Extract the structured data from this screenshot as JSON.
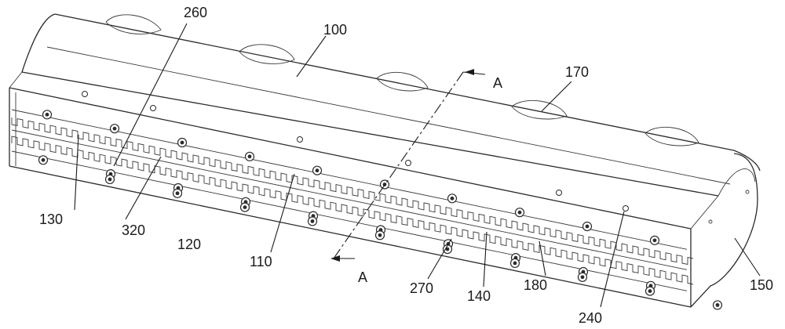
{
  "figure": {
    "background": "#ffffff",
    "line_color": "#2b2b2b",
    "labels": {
      "l100": "100",
      "l110": "110",
      "l120": "120",
      "l130": "130",
      "l140": "140",
      "l150": "150",
      "l170": "170",
      "l180": "180",
      "l240": "240",
      "l260": "260",
      "l270": "270",
      "l320": "320",
      "section_top": "A",
      "section_bottom": "A"
    }
  }
}
